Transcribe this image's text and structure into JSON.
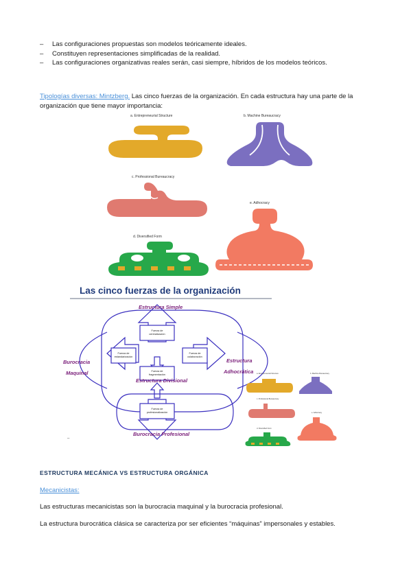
{
  "bullets": [
    "Las configuraciones propuestas son modelos teóricamente ideales.",
    "Constituyen representaciones simplificadas de la realidad.",
    "Las configuraciones organizativas reales serán, casi siempre, híbridos de los modelos teóricos."
  ],
  "bullet_marker": "–",
  "intro": {
    "link_text": "Tipologías diversas: Mintzberg.",
    "text": " Las cinco fuerzas de la organización. En cada estructura hay una parte de la organización que tiene mayor importancia:"
  },
  "figure1": {
    "labels": {
      "a": "a. Entrepreneurial Structure",
      "b": "b. Machine Bureaucracy",
      "c": "c. Professional Bureaucracy",
      "d": "d. Diversified Form",
      "e": "e. Adhocracy"
    },
    "colors": {
      "a": "#e3a92a",
      "b": "#7b6fc0",
      "c": "#e07a70",
      "d": "#27a84a",
      "e": "#f27a62"
    }
  },
  "figure2": {
    "title": "Las cinco fuerzas de la organización",
    "structures": {
      "simple": "Estructura Simple",
      "maquinal_1": "Burocracia",
      "maquinal_2": "Maquinal",
      "divisional": "Estructura Divisional",
      "adhoc_1": "Estructura",
      "adhoc_2": "Adhocrática",
      "profesional": "Burocracia Profesional"
    },
    "forces": {
      "centralizacion_1": "Fuerza de",
      "centralizacion_2": "centralización",
      "estandarizacion_1": "Fuerza de",
      "estandarizacion_2": "estandarización",
      "fragmentacion_1": "Fuerza de",
      "fragmentacion_2": "fragmentación",
      "colaboracion_1": "Fuerza de",
      "colaboracion_2": "colaboración",
      "profesionalizacion_1": "Fuerza de",
      "profesionalizacion_2": "profesionalización"
    },
    "colors": {
      "title": "#1f3a7a",
      "structure_text": "#7a1f7a",
      "lines": "#3a2fbf"
    }
  },
  "section_heading": "ESTRUCTURA MECÁNICA VS ESTRUCTURA ORGÁNICA",
  "subheading": "Mecanicistas:",
  "paragraphs": [
    "Las estructuras mecanicistas son la burocracia maquinal y la burocracia profesional.",
    "La estructura burocrática clásica se caracteriza por ser eficientes “máquinas” impersonales y estables."
  ]
}
